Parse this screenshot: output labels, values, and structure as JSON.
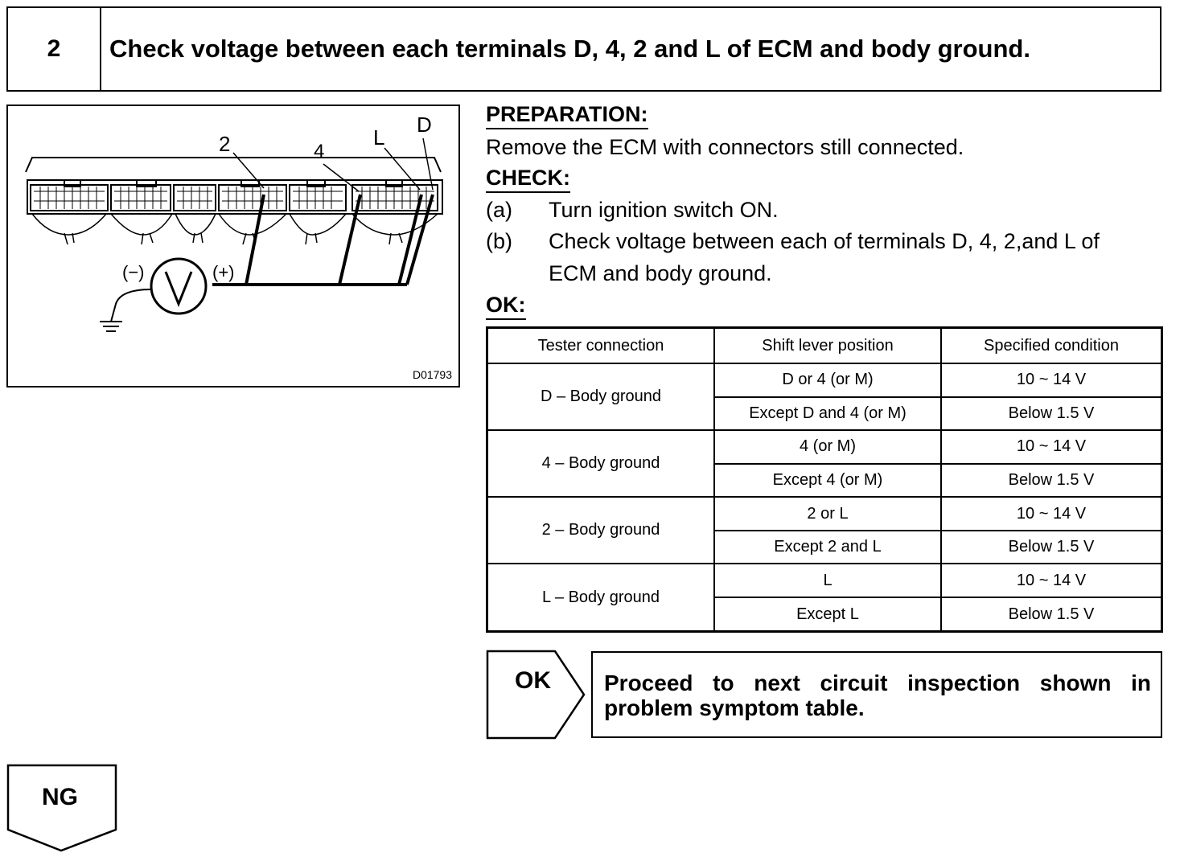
{
  "header": {
    "step_number": "2",
    "title": "Check voltage between each terminals D, 4, 2 and L of ECM and body ground."
  },
  "diagram": {
    "figure_id": "D01793",
    "terminal_labels": [
      "2",
      "4",
      "L",
      "D"
    ],
    "meter_minus": "(−)",
    "meter_plus": "(+)",
    "meter_symbol": "V"
  },
  "preparation": {
    "heading": "PREPARATION:",
    "text": "Remove the ECM with connectors still connected."
  },
  "check": {
    "heading": "CHECK:",
    "steps": [
      {
        "marker": "(a)",
        "text_lines": [
          "Turn ignition switch ON."
        ]
      },
      {
        "marker": "(b)",
        "text_lines": [
          "Check voltage between each of terminals D, 4, 2,and L of",
          "ECM and body ground."
        ]
      }
    ]
  },
  "ok_section": {
    "heading": "OK:",
    "table": {
      "columns": [
        "Tester connection",
        "Shift lever position",
        "Specified condition"
      ],
      "groups": [
        {
          "connection": "D – Body ground",
          "rows": [
            {
              "position": "D or 4 (or M)",
              "condition": "10 ~ 14 V"
            },
            {
              "position": "Except D and 4 (or M)",
              "condition": "Below 1.5 V"
            }
          ]
        },
        {
          "connection": "4 – Body ground",
          "rows": [
            {
              "position": "4 (or M)",
              "condition": "10 ~ 14 V"
            },
            {
              "position": "Except 4 (or M)",
              "condition": "Below 1.5 V"
            }
          ]
        },
        {
          "connection": "2 – Body ground",
          "rows": [
            {
              "position": "2 or L",
              "condition": "10 ~ 14 V"
            },
            {
              "position": "Except 2 and L",
              "condition": "Below 1.5 V"
            }
          ]
        },
        {
          "connection": "L – Body ground",
          "rows": [
            {
              "position": "L",
              "condition": "10 ~ 14 V"
            },
            {
              "position": "Except L",
              "condition": "Below 1.5 V"
            }
          ]
        }
      ]
    }
  },
  "ok_result": {
    "label": "OK",
    "text": "Proceed to next circuit inspection shown in problem symptom table."
  },
  "ng_result": {
    "label": "NG"
  }
}
